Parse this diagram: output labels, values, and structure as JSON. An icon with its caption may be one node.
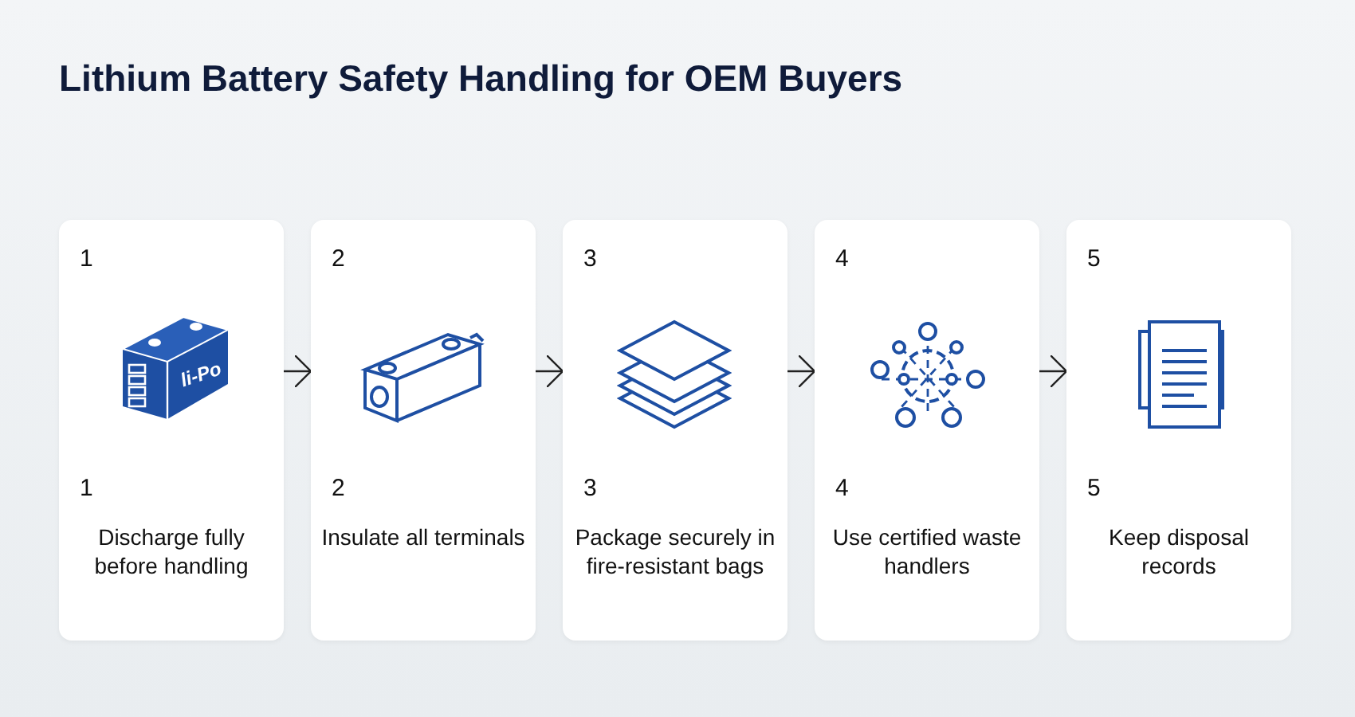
{
  "diagram": {
    "title": "Lithium Battery Safety Handling for OEM Buyers",
    "nodes": [
      {
        "text": [
          "1",
          "1",
          "Discharge fully before handling"
        ]
      },
      {
        "text": [
          "2",
          "2",
          "Insulate all terminals"
        ]
      },
      {
        "text": [
          "3",
          "3",
          "Package securely in fire-resistant bags"
        ]
      },
      {
        "text": [
          "4",
          "4",
          "Use certified waste handlers"
        ]
      },
      {
        "text": [
          "5",
          "5",
          "Keep disposal records"
        ]
      }
    ],
    "edges": [
      {
        "from": 0,
        "to": 1,
        "arrow": "to"
      },
      {
        "from": 1,
        "to": 2,
        "arrow": "to"
      },
      {
        "from": 2,
        "to": 3,
        "arrow": "to"
      },
      {
        "from": 3,
        "to": 4,
        "arrow": "to"
      }
    ],
    "labels": [
      "li-Po"
    ]
  }
}
